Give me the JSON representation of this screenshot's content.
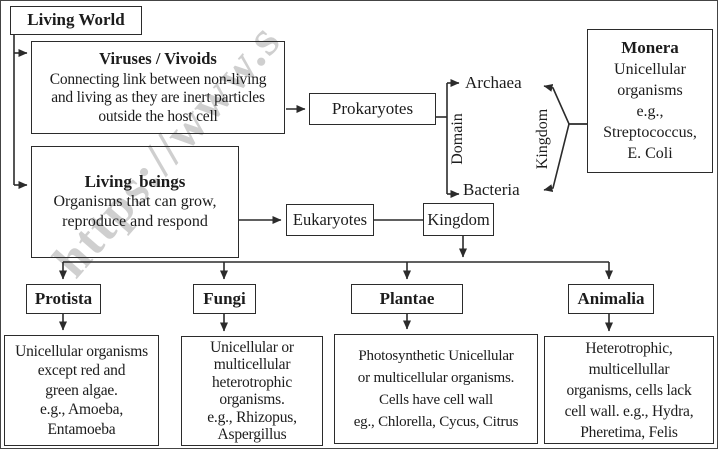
{
  "watermark": {
    "text": "https://www.s"
  },
  "colors": {
    "ink": "#2b2b2b",
    "watermark": "#c7c7c7",
    "background": "#ffffff"
  },
  "boxes": {
    "living_world": {
      "label": "Living World"
    },
    "viruses": {
      "title": "Viruses / Vivoids",
      "body": "Connecting link between non-living\nand living as they are inert particles\noutside the host cell"
    },
    "living_beings": {
      "title": "Living beings",
      "body": "Organisms that can grow,\nreproduce and respond"
    },
    "prokaryotes": {
      "label": "Prokaryotes"
    },
    "eukaryotes": {
      "label": "Eukaryotes"
    },
    "kingdom": {
      "label": "Kingdom"
    },
    "monera": {
      "title": "Monera",
      "body": "Unicellular\norganisms\ne.g.,\nStreptococcus,\nE. Coli"
    }
  },
  "labels": {
    "archaea": "Archaea",
    "bacteria": "Bacteria",
    "domain_axis": "Domain",
    "kingdom_axis": "Kingdom"
  },
  "kingdoms": [
    {
      "name": "Protista",
      "description": "Unicellular organisms\nexcept red and\ngreen algae.\ne.g., Amoeba,\nEntamoeba"
    },
    {
      "name": "Fungi",
      "description": "Unicellular or\nmulticellular\nheterotrophic\norganisms.\ne.g., Rhizopus,\nAspergillus"
    },
    {
      "name": "Plantae",
      "description": "Photosynthetic Unicellular\nor multicellular organisms.\nCells have cell wall\neg., Chlorella, Cycus, Citrus"
    },
    {
      "name": "Animalia",
      "description": "Heterotrophic,\nmulticellullar\norganisms, cells lack\ncell wall. e.g., Hydra,\nPheretima, Felis"
    }
  ]
}
